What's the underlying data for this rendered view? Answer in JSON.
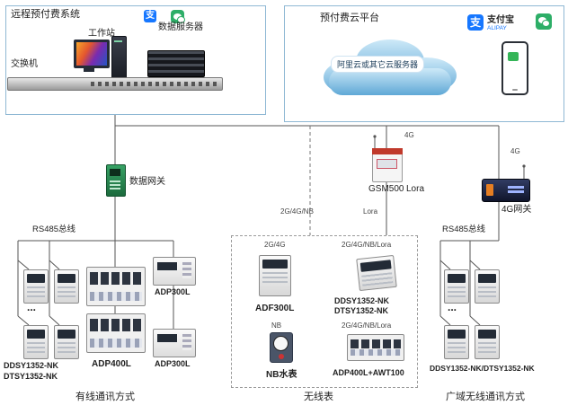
{
  "local_system": {
    "title": "远程预付费系统",
    "workstation_label": "工作站",
    "server_label": "数据服务器",
    "switch_label": "交换机"
  },
  "cloud_platform": {
    "title": "预付费云平台",
    "cloud_text": "阿里云或其它云服务器",
    "alipay_name": "支付宝",
    "alipay_sub": "ALIPAY"
  },
  "icons": {
    "alipay_char": "支"
  },
  "colors": {
    "alipay_blue": "#1677ff",
    "wechat_green": "#2dae67",
    "gateway_green": "#2e8b57",
    "accent_red": "#c0392b",
    "box_border_blue": "#8fb8d4"
  },
  "gateways": {
    "data_gateway_label": "数据网关",
    "gsm500_label": "GSM500",
    "gw4g_label": "4G网关"
  },
  "link_labels": {
    "gsm_top_4g": "4G",
    "gsm_right_lora": "Lora",
    "gsm_drop_lora": "Lora",
    "wireless_drop": "2G/4G/NB",
    "right_4g": "4G",
    "rs485_left": "RS485总线",
    "rs485_right": "RS485总线"
  },
  "wired_section": {
    "meter_label_1": "DDSY1352-NK",
    "meter_label_2": "DTSY1352-NK",
    "ellipsis": "...",
    "adp400l_label": "ADP400L",
    "adp300l_top_label": "ADP300L",
    "adp300l_bottom_label": "ADP300L",
    "caption": "有线通讯方式"
  },
  "wireless_box": {
    "cells": [
      {
        "tag": "2G/4G",
        "label": "ADF300L"
      },
      {
        "tag": "2G/4G/NB/Lora",
        "label_line1": "DDSY1352-NK",
        "label_line2": "DTSY1352-NK"
      },
      {
        "tag": "NB",
        "label": "NB水表"
      },
      {
        "tag": "2G/4G/NB/Lora",
        "label": "ADP400L+AWT100"
      }
    ],
    "caption": "无线表"
  },
  "wan_section": {
    "meters_label": "DDSY1352-NK/DTSY1352-NK",
    "ellipsis": "...",
    "caption": "广域无线通讯方式"
  }
}
